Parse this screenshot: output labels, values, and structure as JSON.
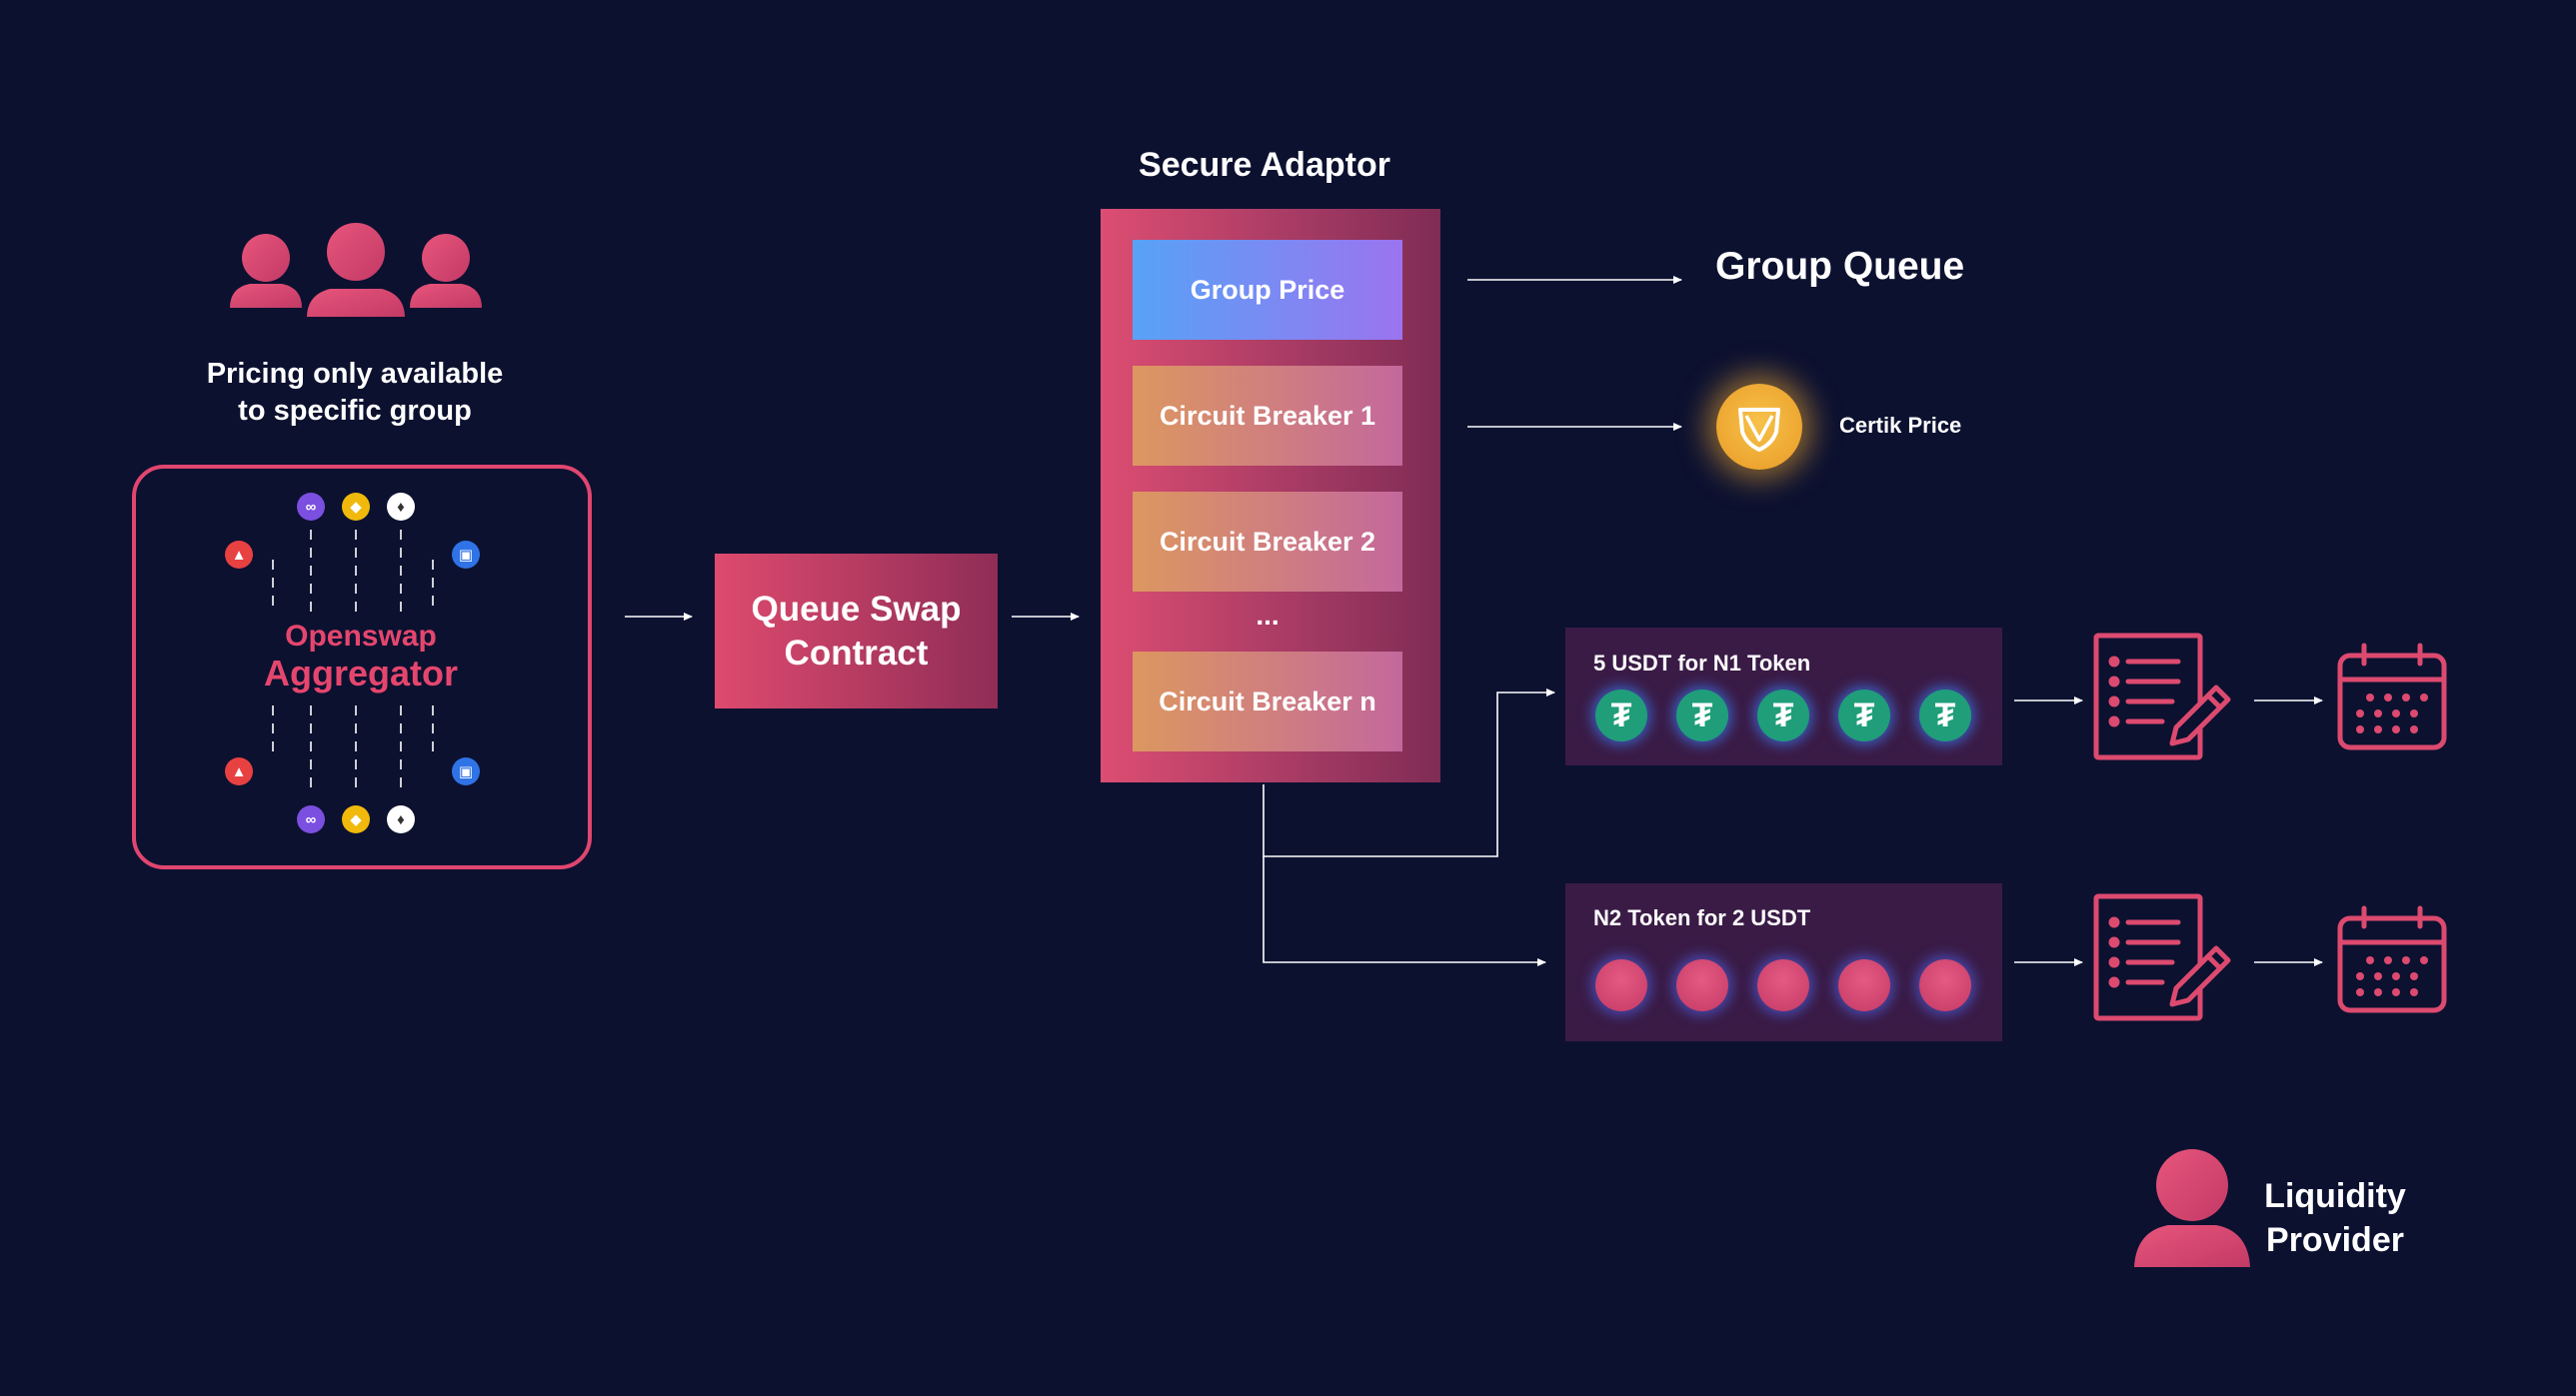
{
  "group_caption": [
    "Pricing only available",
    "to specific group"
  ],
  "aggregator": {
    "line1": "Openswap",
    "line2": "Aggregator"
  },
  "queue_swap_contract": [
    "Queue Swap",
    "Contract"
  ],
  "secure_adaptor": {
    "title": "Secure Adaptor",
    "items": [
      "Group Price",
      "Circuit Breaker 1",
      "Circuit Breaker 2",
      "...",
      "Circuit Breaker n"
    ]
  },
  "group_queue": {
    "title": "Group Queue"
  },
  "certik": {
    "label": "Certik Price"
  },
  "pools": [
    {
      "label": "5 USDT for N1 Token",
      "coin_glyph": "₮",
      "coin_count": 5
    },
    {
      "label": "N2 Token for 2 USDT",
      "coin_count": 5
    }
  ],
  "liquidity_provider": [
    "Liquidity",
    "Provider"
  ],
  "colors": {
    "background": "#0c1130",
    "accent_pink": "#e0466f",
    "group_price": "#57a2f7",
    "circuit_breaker": "#dc9760",
    "usdt": "#1f9e79",
    "certik": "#f0aa32"
  }
}
